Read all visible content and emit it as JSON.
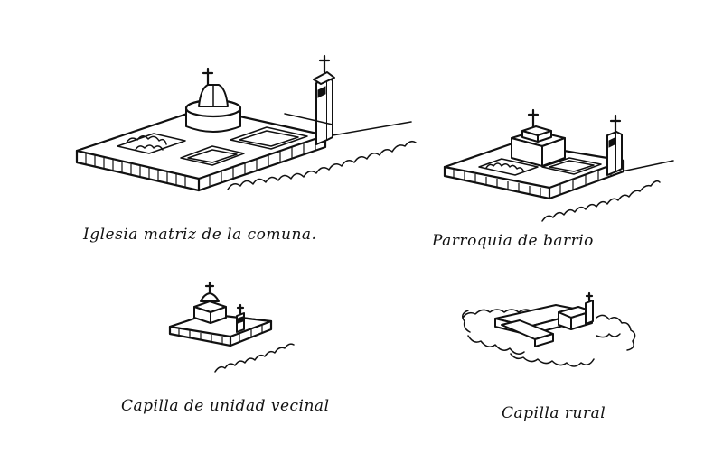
{
  "captions": {
    "matriz": "Iglesia matriz de la comuna.",
    "parroquia": "Parroquia de barrio",
    "capilla_vecinal": "Capilla de unidad vecinal",
    "capilla_rural": "Capilla rural"
  },
  "icons": [
    "church-matriz-drawing",
    "parish-church-drawing",
    "neighborhood-chapel-drawing",
    "rural-chapel-drawing"
  ]
}
